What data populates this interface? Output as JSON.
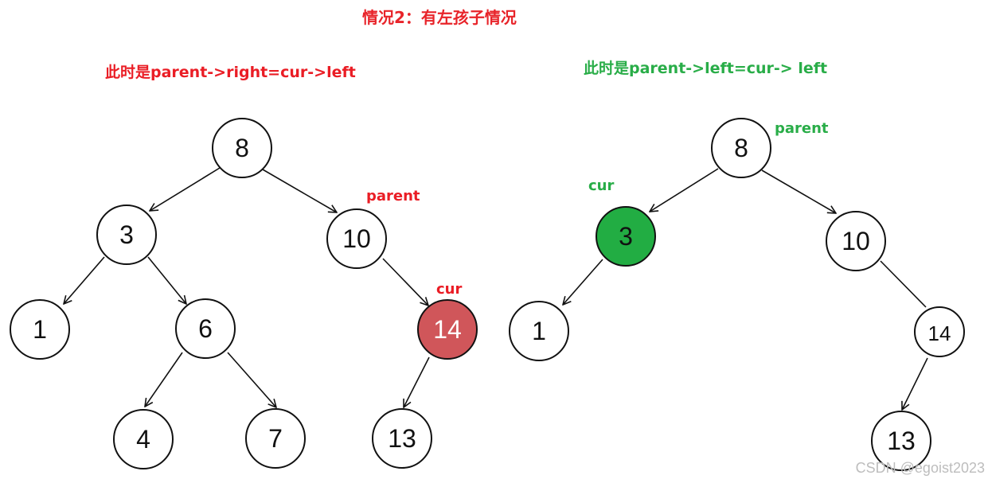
{
  "title": "情况2：有左孩子情况",
  "left_panel": {
    "caption": "此时是parent->right=cur->left",
    "parent_tag": "parent",
    "cur_tag": "cur",
    "nodes": {
      "n8": "8",
      "n3": "3",
      "n10": "10",
      "n1": "1",
      "n6": "6",
      "n14": "14",
      "n4": "4",
      "n7": "7",
      "n13": "13"
    }
  },
  "right_panel": {
    "caption": "此时是parent->left=cur-> left",
    "parent_tag": "parent",
    "cur_tag": "cur",
    "nodes": {
      "n8": "8",
      "n3": "3",
      "n10": "10",
      "n1": "1",
      "n14": "14",
      "n13": "13"
    }
  },
  "colors": {
    "title": "#e8242a",
    "left_highlight": "#d0565a",
    "right_highlight": "#22ad43",
    "red_text": "#ea1d25",
    "green_text": "#29ad48"
  },
  "watermark": "CSDN @egoist2023"
}
